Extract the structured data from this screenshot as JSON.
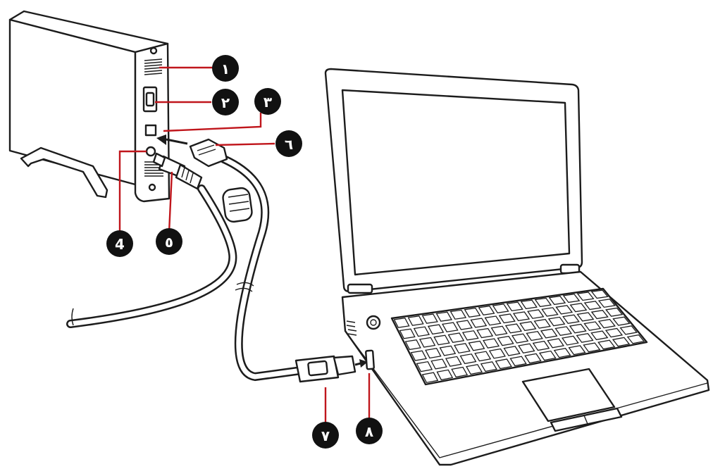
{
  "colors": {
    "leader": "#c0161c",
    "callout_fill": "#111111",
    "callout_text": "#ffffff",
    "outline": "#1c1c1c"
  },
  "callouts": [
    {
      "id": "c1",
      "label": "١"
    },
    {
      "id": "c2",
      "label": "٢"
    },
    {
      "id": "c3",
      "label": "٣"
    },
    {
      "id": "c6",
      "label": "٦"
    },
    {
      "id": "c4",
      "label": "4"
    },
    {
      "id": "c5",
      "label": "٥"
    },
    {
      "id": "c7",
      "label": "٧"
    },
    {
      "id": "c8",
      "label": "٨"
    }
  ]
}
